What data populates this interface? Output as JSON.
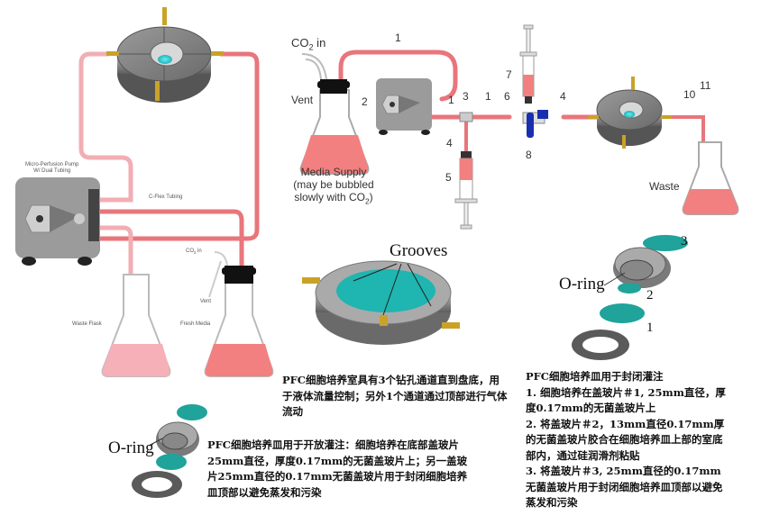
{
  "left_setup": {
    "pump_label_line1": "Micro-Perfusion Pump",
    "pump_label_line2": "W/ Dual Tubing",
    "tubing_label": "C-Flex Tubing",
    "co2_label": "CO",
    "co2_sub": "2",
    "co2_suffix": " in",
    "vent_label": "Vent",
    "waste_flask_label": "Waste Flask",
    "fresh_media_label": "Fresh Media"
  },
  "top_right_setup": {
    "co2_label": "CO",
    "co2_sub": "2",
    "co2_suffix": " in",
    "vent_label": "Vent",
    "media_supply_line1": "Media Supply",
    "media_supply_line2": "(may be bubbled",
    "media_supply_line3": "slowly with CO",
    "media_supply_sub": "2",
    "media_supply_close": ")",
    "waste_label": "Waste",
    "numbers": {
      "n1a": "1",
      "n1b": "1",
      "n1c": "1",
      "n2": "2",
      "n3": "3",
      "n4a": "4",
      "n4b": "4",
      "n5": "5",
      "n6": "6",
      "n7": "7",
      "n8": "8",
      "n10": "10",
      "n11": "11"
    }
  },
  "grooves_figure": {
    "label": "Grooves"
  },
  "closed_figure": {
    "oring_label": "O-ring",
    "coverslip_1": "1",
    "coverslip_2": "2",
    "coverslip_3": "3"
  },
  "open_figure": {
    "oring_label": "O-ring"
  },
  "captions": {
    "chamber": "PFC细胞培养室具有3个钻孔通道直到盘底，用于液体流量控制；另外1个通道通过顶部进行气体流动",
    "closed_title": "PFC细胞培养皿用于封闭灌注",
    "closed_step1": "1. 细胞培养在盖玻片＃1, 25mm直径，厚度0.17mm的无菌盖玻片上",
    "closed_step2": "2. 将盖玻片＃2，13mm直径0.17mm厚的无菌盖玻片胶合在细胞培养皿上部的室底部内，通过硅润滑剂粘贴",
    "closed_step3": "3. 将盖玻片＃3, 25mm直径的0.17mm无菌盖玻片用于封闭细胞培养皿顶部以避免蒸发和污染",
    "open": "PFC细胞培养皿用于开放灌注：细胞培养在底部盖玻片25mm直径，厚度0.17mm的无菌盖玻片上；另一盖玻片25mm直径的0.17mm无菌盖玻片用于封闭细胞培养皿顶部以避免蒸发和污染"
  },
  "colors": {
    "tubing_light": "#f2aeb3",
    "tubing": "#e8767c",
    "media": "#f28080",
    "media_light": "#f6b0b8",
    "chamber_gray": "#8a8a8a",
    "coverslip_teal": "#1fa39a",
    "fitting_brass": "#c9a227",
    "valve_blue": "#1a2fb0"
  }
}
